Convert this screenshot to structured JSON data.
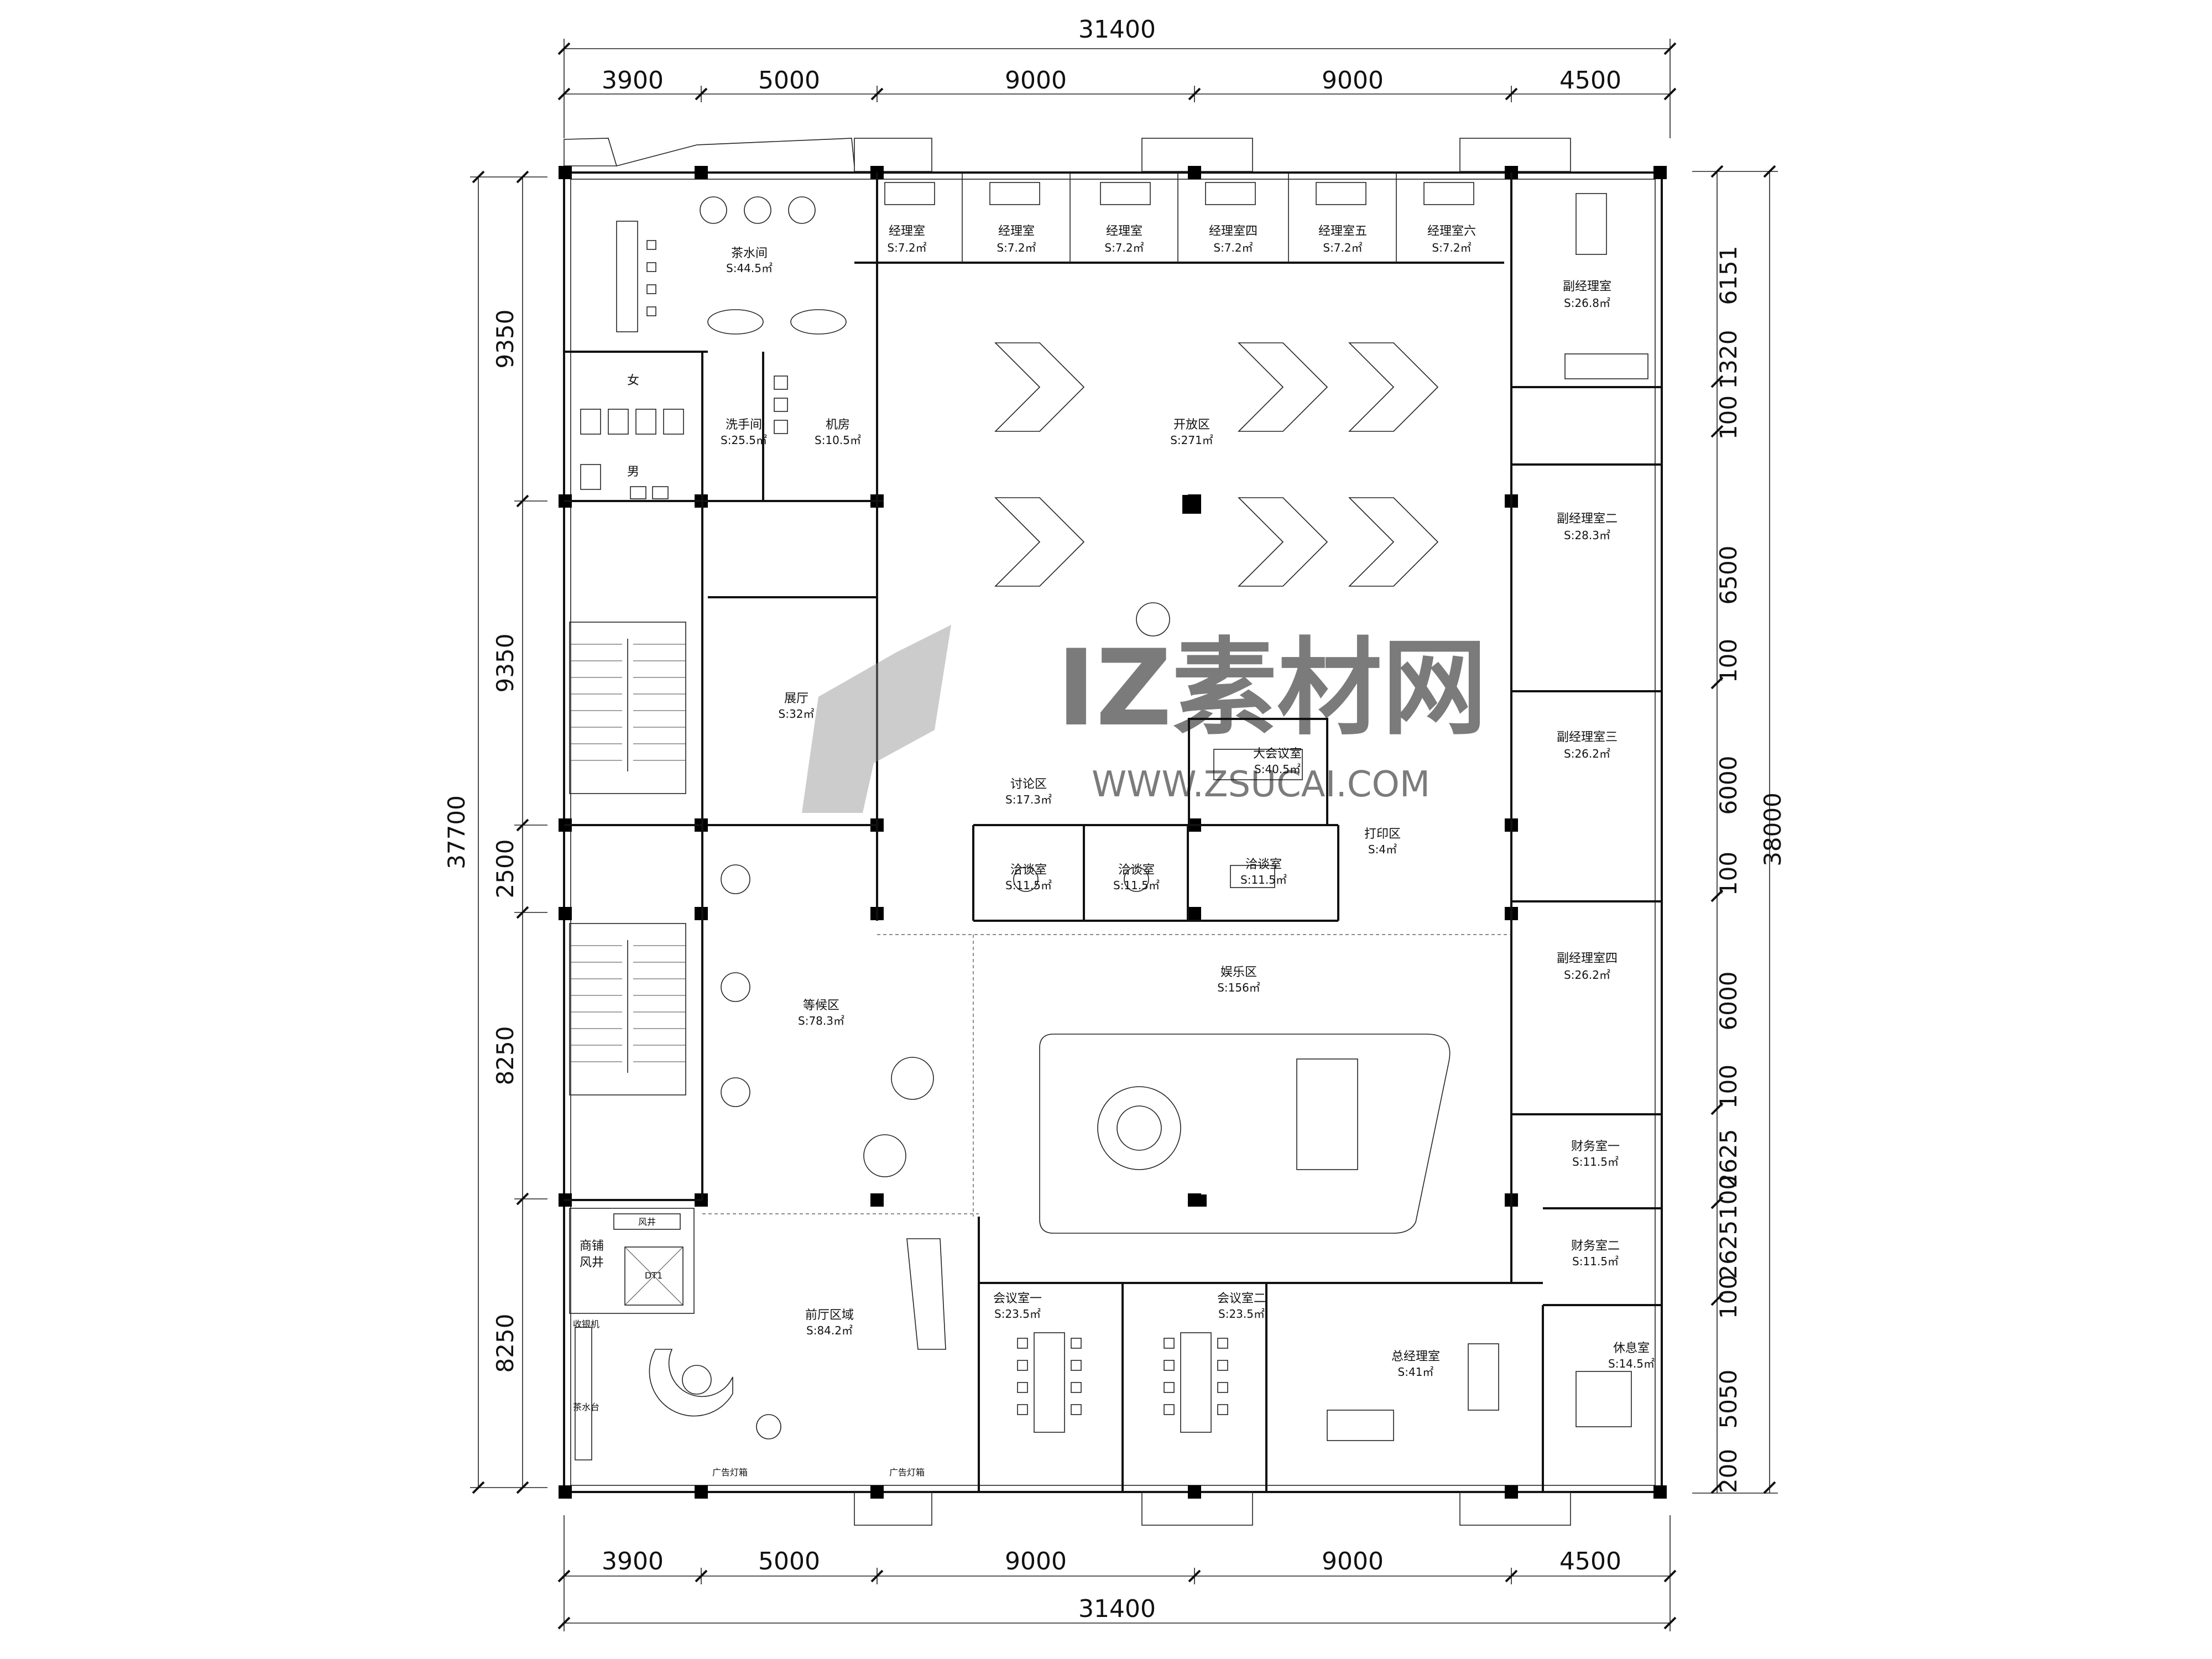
{
  "dimensions": {
    "overall_top": "31400",
    "overall_bottom": "31400",
    "top_segments": [
      "3900",
      "5000",
      "9000",
      "9000",
      "4500"
    ],
    "bottom_segments": [
      "3900",
      "5000",
      "9000",
      "9000",
      "4500"
    ],
    "left_overall": "37700",
    "left_segments": [
      "9350",
      "9350",
      "2500",
      "8250",
      "8250"
    ],
    "right_overall": "38000",
    "right_segments": [
      "6151",
      "1320",
      "100",
      "6500",
      "100",
      "6000",
      "100",
      "6000",
      "100",
      "2625",
      "100",
      "2625",
      "100",
      "5050",
      "200"
    ]
  },
  "rooms": [
    {
      "name": "茶水间",
      "area": "S:44.5㎡"
    },
    {
      "name": "经理室",
      "area": "S:7.2㎡"
    },
    {
      "name": "经理室",
      "area": "S:7.2㎡"
    },
    {
      "name": "经理室",
      "area": "S:7.2㎡"
    },
    {
      "name": "经理室四",
      "area": "S:7.2㎡"
    },
    {
      "name": "经理室五",
      "area": "S:7.2㎡"
    },
    {
      "name": "经理室六",
      "area": "S:7.2㎡"
    },
    {
      "name": "副经理室",
      "area": "S:26.8㎡"
    },
    {
      "name": "洗手间",
      "area": "S:25.5㎡"
    },
    {
      "name": "机房",
      "area": "S:10.5㎡"
    },
    {
      "name": "开放区",
      "area": "S:271㎡"
    },
    {
      "name": "副经理室二",
      "area": "S:28.3㎡"
    },
    {
      "name": "展厅",
      "area": "S:32㎡"
    },
    {
      "name": "大会议室",
      "area": "S:40.5㎡"
    },
    {
      "name": "讨论区",
      "area": "S:17.3㎡"
    },
    {
      "name": "副经理室三",
      "area": "S:26.2㎡"
    },
    {
      "name": "洽谈室",
      "area": "S:11.5㎡"
    },
    {
      "name": "洽谈室",
      "area": "S:11.5㎡"
    },
    {
      "name": "洽谈室",
      "area": "S:11.5㎡"
    },
    {
      "name": "打印区",
      "area": "S:4㎡"
    },
    {
      "name": "等候区",
      "area": "S:78.3㎡"
    },
    {
      "name": "娱乐区",
      "area": "S:156㎡"
    },
    {
      "name": "副经理室四",
      "area": "S:26.2㎡"
    },
    {
      "name": "财务室一",
      "area": "S:11.5㎡"
    },
    {
      "name": "财务室二",
      "area": "S:11.5㎡"
    },
    {
      "name": "会议室一",
      "area": "S:23.5㎡"
    },
    {
      "name": "会议室二",
      "area": "S:23.5㎡"
    },
    {
      "name": "前厅区域",
      "area": "S:84.2㎡"
    },
    {
      "name": "总经理室",
      "area": "S:41㎡"
    },
    {
      "name": "休息室",
      "area": "S:14.5㎡"
    }
  ],
  "labels": {
    "female": "女",
    "male": "男",
    "shaft": "风井",
    "shop_shaft_1": "商铺",
    "shop_shaft_2": "风井",
    "elevator": "DT1",
    "reception_desk": "收银机",
    "tea_counter": "茶水台",
    "ad_light_box": "广告灯箱"
  },
  "watermark": {
    "brand": "IZ素材网",
    "url": "WWW.ZSUCAI.COM"
  }
}
